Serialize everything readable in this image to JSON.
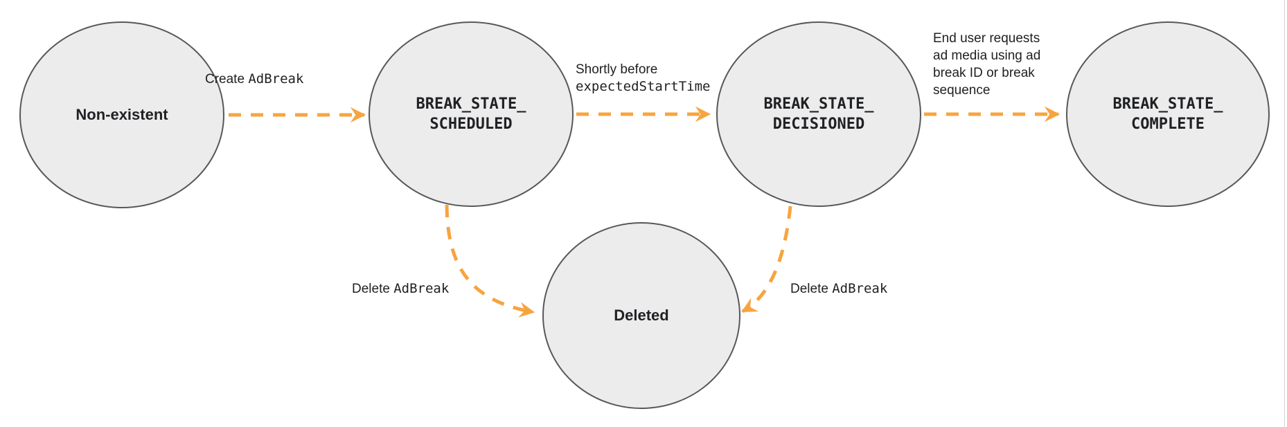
{
  "diagram": {
    "kind": "state-transition-diagram",
    "nodes": [
      {
        "id": "non-existent",
        "lines": [
          "Non-existent"
        ],
        "text_style": "sans"
      },
      {
        "id": "break-state-scheduled",
        "lines": [
          "BREAK_STATE_",
          "SCHEDULED"
        ],
        "text_style": "mono"
      },
      {
        "id": "break-state-decisioned",
        "lines": [
          "BREAK_STATE_",
          "DECISIONED"
        ],
        "text_style": "mono"
      },
      {
        "id": "break-state-complete",
        "lines": [
          "BREAK_STATE_",
          "COMPLETE"
        ],
        "text_style": "mono"
      },
      {
        "id": "deleted",
        "lines": [
          "Deleted"
        ],
        "text_style": "sans"
      }
    ],
    "edges": [
      {
        "from": "non-existent",
        "to": "break-state-scheduled",
        "label_text": "Create ",
        "label_code": "AdBreak"
      },
      {
        "from": "break-state-scheduled",
        "to": "break-state-decisioned",
        "label_text": "Shortly before",
        "label_code": "expectedStartTime"
      },
      {
        "from": "break-state-decisioned",
        "to": "break-state-complete",
        "label_lines": [
          "End user requests",
          "ad media using ad",
          "break ID or break",
          "sequence"
        ]
      },
      {
        "from": "break-state-scheduled",
        "to": "deleted",
        "label_text": "Delete ",
        "label_code": "AdBreak"
      },
      {
        "from": "break-state-decisioned",
        "to": "deleted",
        "label_text": "Delete ",
        "label_code": "AdBreak"
      }
    ]
  },
  "colors": {
    "accent_orange": "#F7A43F",
    "node_fill": "#ECECEC",
    "node_border": "#55585B",
    "text": "#202124",
    "page_border": "#D4D4D4"
  }
}
